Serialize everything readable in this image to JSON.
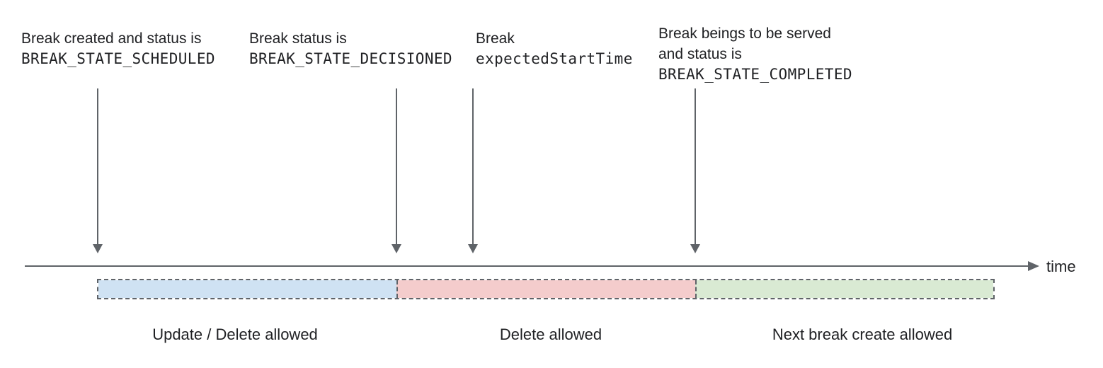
{
  "annotations": [
    {
      "line1": "Break created and status is",
      "line2": "BREAK_STATE_SCHEDULED"
    },
    {
      "line1": "Break status is",
      "line2": "BREAK_STATE_DECISIONED"
    },
    {
      "line1": "Break",
      "line2": "expectedStartTime"
    },
    {
      "line1": "Break beings to be served",
      "line2": "and status is",
      "line3": "BREAK_STATE_COMPLETED"
    }
  ],
  "timeline": {
    "axis_label": "time"
  },
  "segments": [
    {
      "label": "Update / Delete allowed",
      "fill": "#cfe2f3"
    },
    {
      "label": "Delete allowed",
      "fill": "#f4cccc"
    },
    {
      "label": "Next break create allowed",
      "fill": "#d9ead3"
    }
  ],
  "colors": {
    "text": "#202124",
    "line": "#5f6368"
  }
}
